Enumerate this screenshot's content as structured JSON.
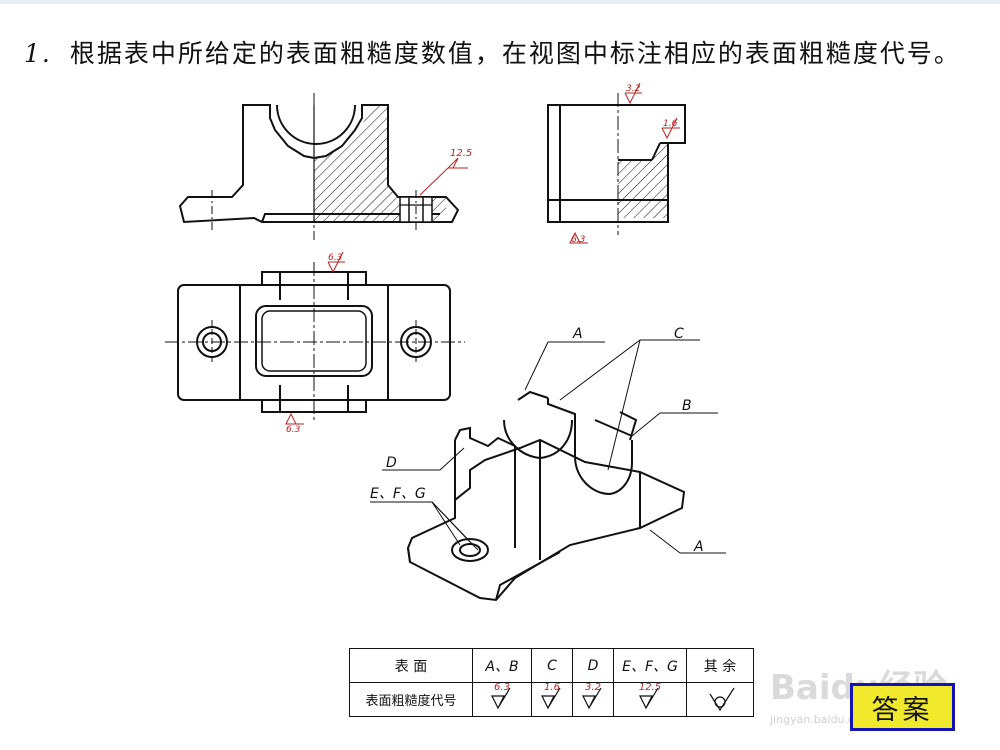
{
  "title": {
    "number": "1.",
    "text": "根据表中所给定的表面粗糙度数值，在视图中标注相应的表面粗糙度代号。"
  },
  "drawing": {
    "front_roughness": "12.5",
    "side_top_roughness": "3.2",
    "side_right_roughness": "1.6",
    "side_bottom_roughness": "6.3",
    "top_view_top_roughness": "6.3",
    "top_view_bottom_roughness": "6.3",
    "iso_labels": {
      "a_top": "A",
      "c": "C",
      "b": "B",
      "d": "D",
      "efg": "E、F、G",
      "a_bottom": "A"
    }
  },
  "table": {
    "row1_label": "表    面",
    "row2_label": "表面粗糙度代号",
    "col_ab": "A、B",
    "col_c": "C",
    "col_d": "D",
    "col_efg": "E、F、G",
    "col_other": "其 余",
    "val_ab": "6.3",
    "val_c": "1.6",
    "val_d": "3.2",
    "val_efg": "12.5"
  },
  "answer_button": "答案",
  "watermark": {
    "main": "Baidu经验",
    "sub": "jingyan.baidu.com"
  }
}
